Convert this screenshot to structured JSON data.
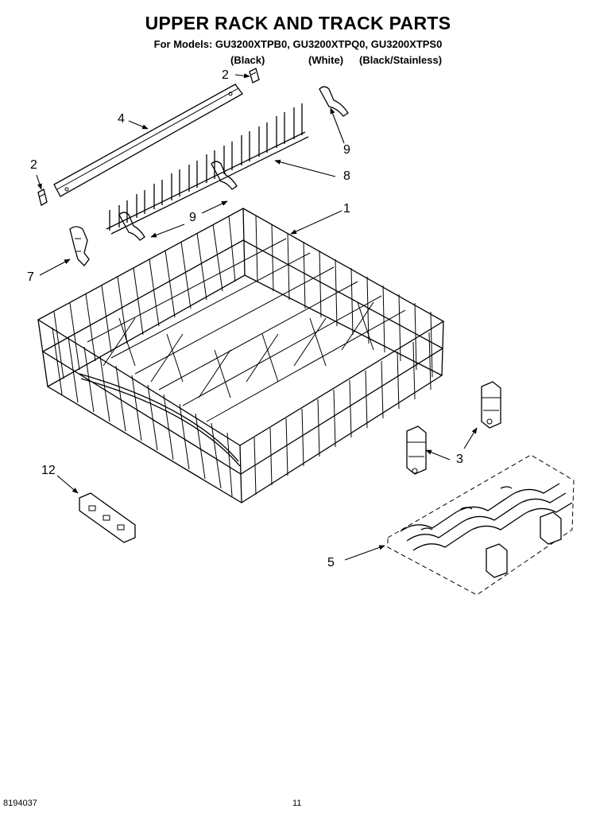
{
  "title": "UPPER RACK AND TRACK PARTS",
  "models_line": "For Models: GU3200XTPB0, GU3200XTPQ0, GU3200XTPS0",
  "colors": {
    "black": "(Black)",
    "white": "(White)",
    "black_stainless": "(Black/Stainless)"
  },
  "callouts": {
    "c2_top": "2",
    "c4": "4",
    "c9_right": "9",
    "c2_left": "2",
    "c8": "8",
    "c9_mid": "9",
    "c1": "1",
    "c7": "7",
    "c3": "3",
    "c12": "12",
    "c5": "5"
  },
  "footer": {
    "doc_number": "8194037",
    "page_number": "11"
  }
}
